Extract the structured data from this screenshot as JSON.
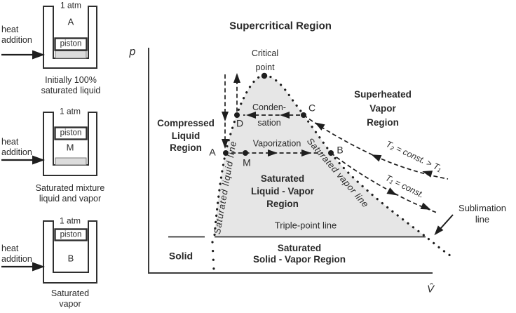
{
  "colors": {
    "ink": "#2a2a2a",
    "dome_fill": "#e6e6e6",
    "liquid_fill": "#dcdcdc"
  },
  "pistons": [
    {
      "pressure": "1 atm",
      "state": "A",
      "piston": "piston",
      "heat": "heat\naddition",
      "caption": "Initially 100%\nsaturated liquid"
    },
    {
      "pressure": "1 atm",
      "state": "M",
      "piston": "piston",
      "heat": "heat\naddition",
      "caption": "Saturated mixture\nliquid and vapor"
    },
    {
      "pressure": "1 atm",
      "state": "B",
      "piston": "piston",
      "heat": "heat\naddition",
      "caption": "Saturated\nvapor"
    }
  ],
  "diagram": {
    "axes": {
      "y": "p",
      "x": "V̂"
    },
    "regions": {
      "supercritical": "Supercritical Region",
      "compressed": "Compressed\nLiquid\nRegion",
      "superheated": "Superheated\nVapor\nRegion",
      "saturated_lv": "Saturated\nLiquid - Vapor\nRegion",
      "solid": "Solid",
      "saturated_sv": "Saturated\nSolid - Vapor Region"
    },
    "annotations": {
      "critical_point": "Critical\npoint",
      "condensation": "Conden-\nsation",
      "vaporization": "Vaporization",
      "triple_point": "Triple-point line",
      "sublimation": "Sublimation\nline",
      "sat_liquid_line": "Saturated liquid line",
      "sat_vapor_line": "Saturated vapor line",
      "isotherm_t2": "T₂ = const. > T₁",
      "isotherm_t1": "T₁ = const."
    },
    "points": {
      "A": "A",
      "M": "M",
      "B": "B",
      "C": "C",
      "D": "D"
    }
  }
}
